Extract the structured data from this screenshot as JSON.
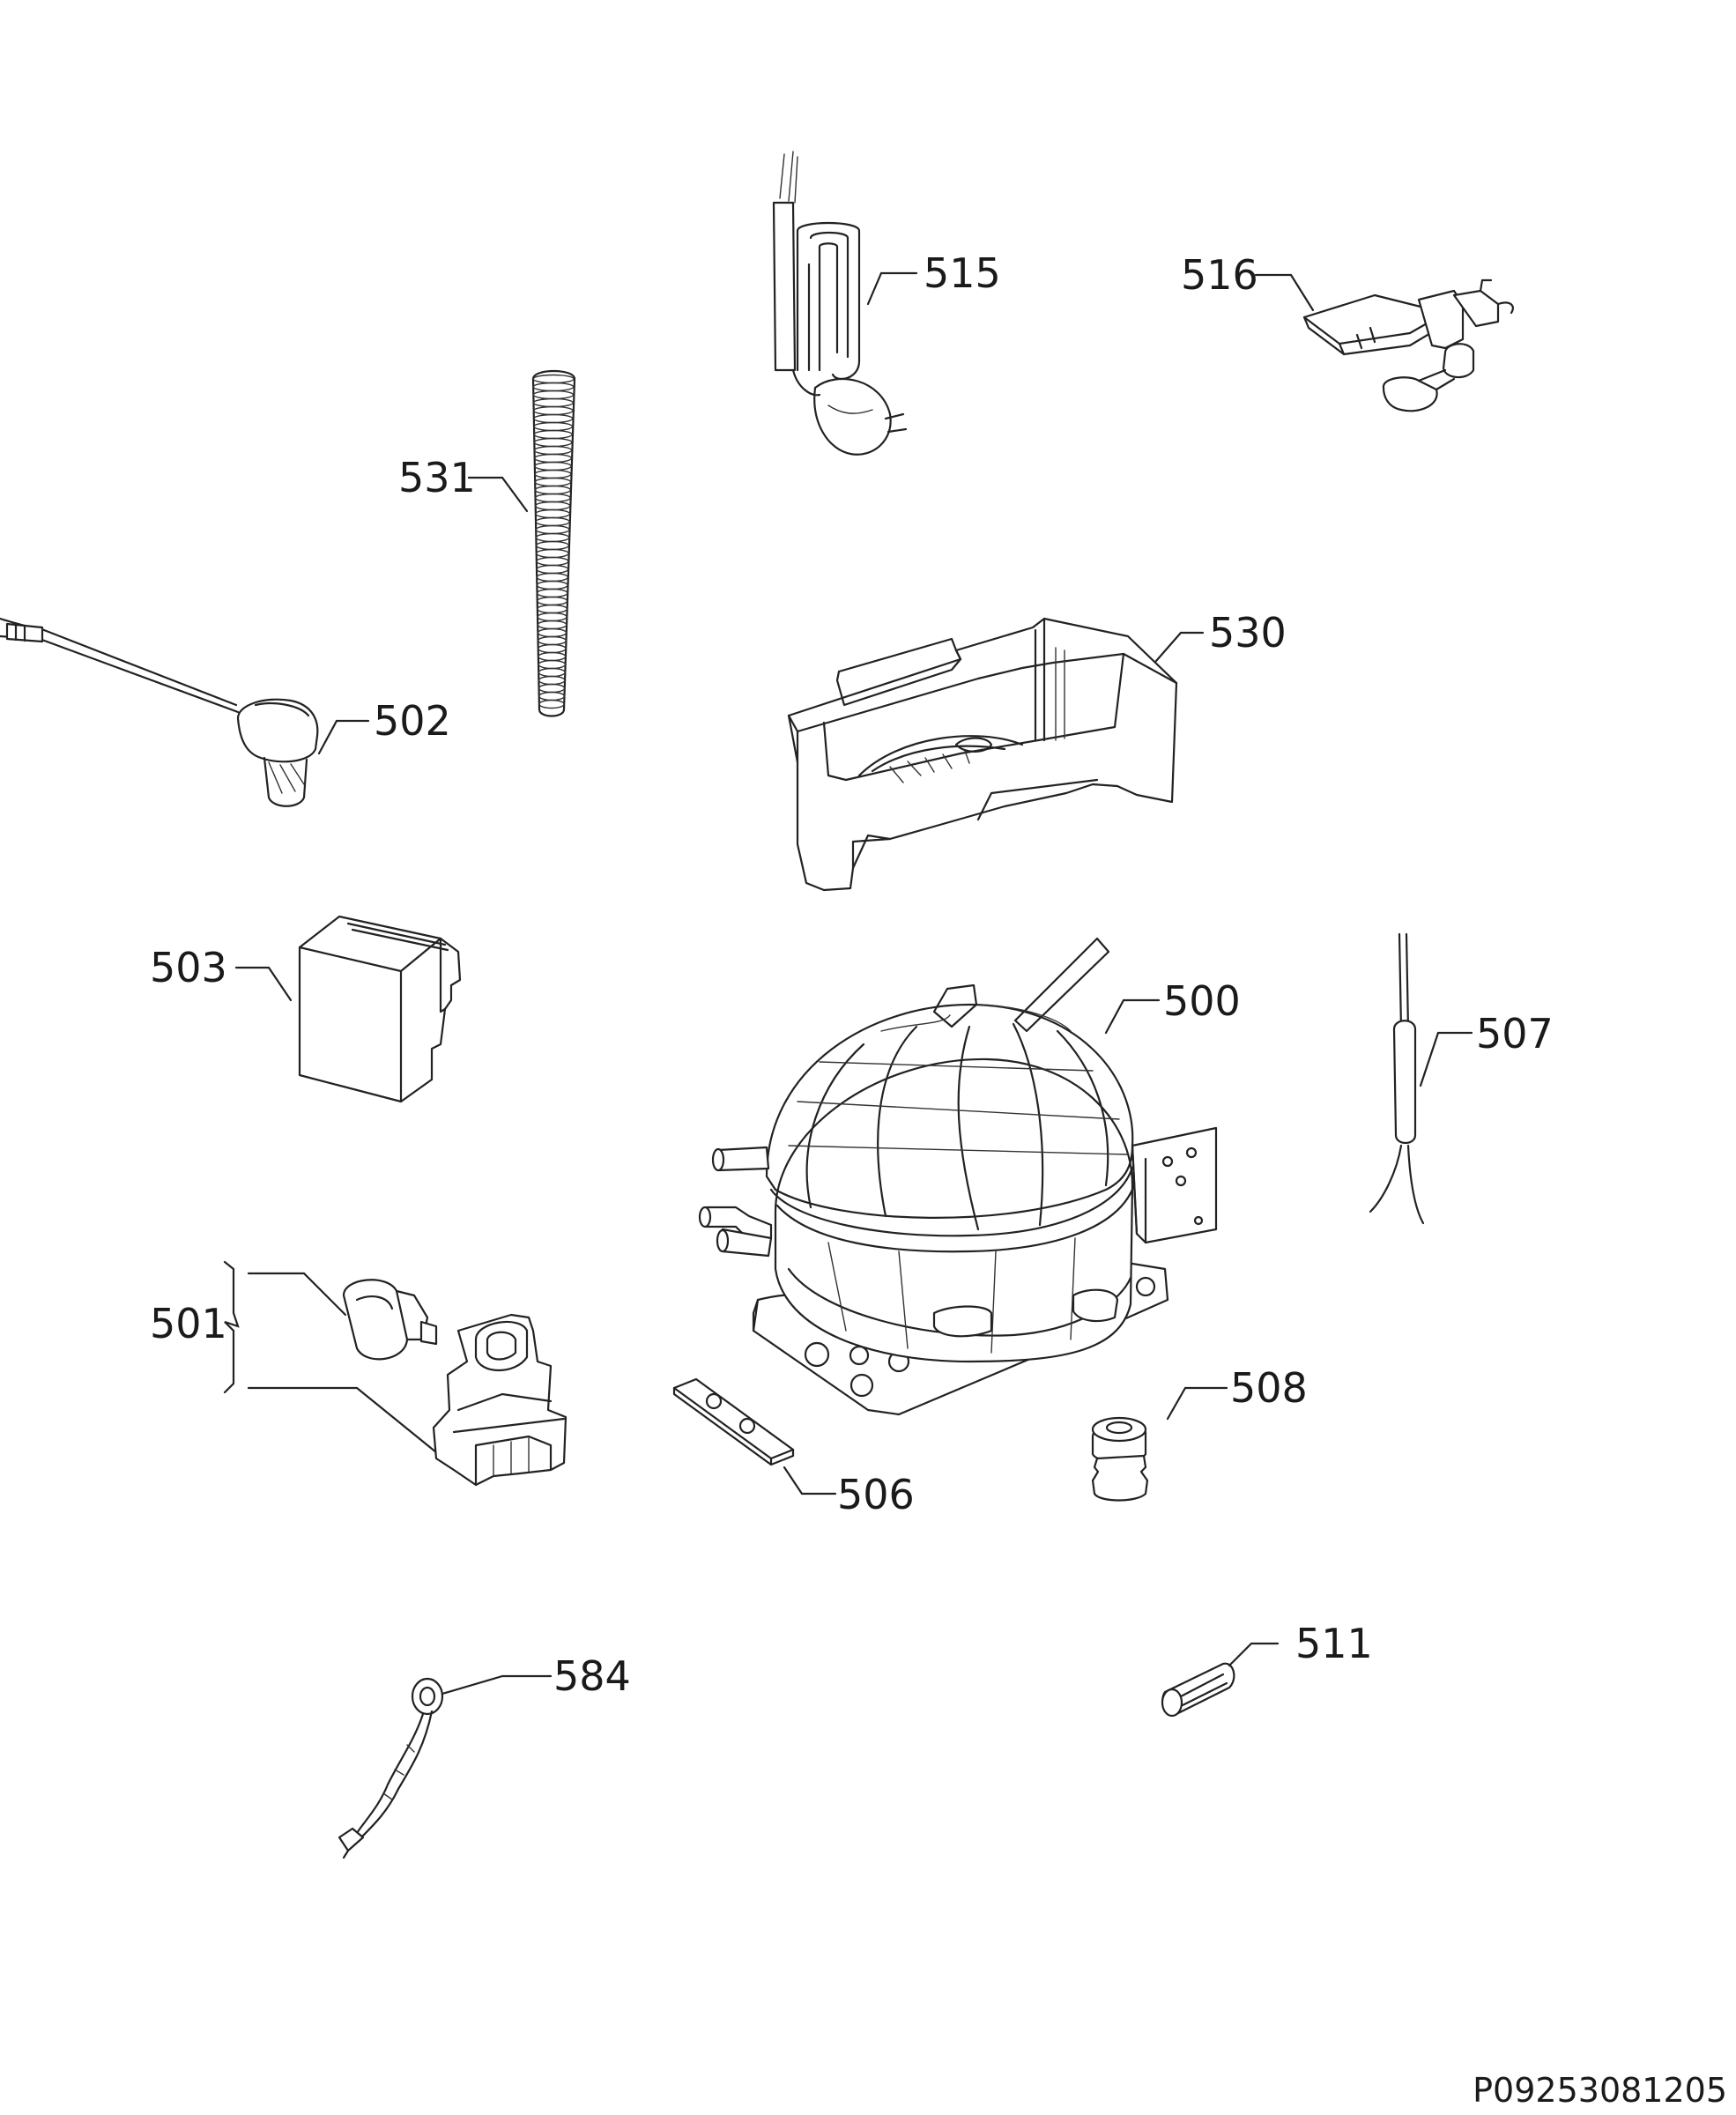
{
  "diagram": {
    "document_id": "P09253081205",
    "parts": [
      {
        "id": "p515",
        "label": "515"
      },
      {
        "id": "p516",
        "label": "516"
      },
      {
        "id": "p531",
        "label": "531"
      },
      {
        "id": "p502",
        "label": "502"
      },
      {
        "id": "p530",
        "label": "530"
      },
      {
        "id": "p503",
        "label": "503"
      },
      {
        "id": "p500",
        "label": "500"
      },
      {
        "id": "p507",
        "label": "507"
      },
      {
        "id": "p501",
        "label": "501"
      },
      {
        "id": "p508",
        "label": "508"
      },
      {
        "id": "p506",
        "label": "506"
      },
      {
        "id": "p584",
        "label": "584"
      },
      {
        "id": "p511",
        "label": "511"
      }
    ]
  }
}
